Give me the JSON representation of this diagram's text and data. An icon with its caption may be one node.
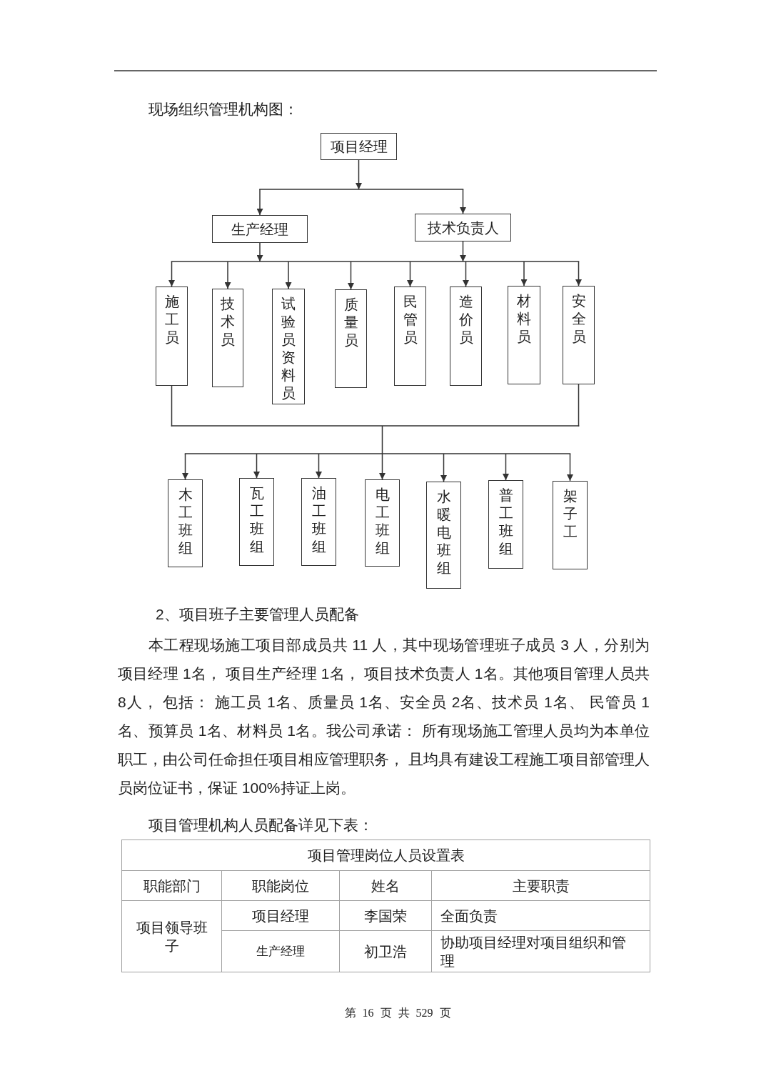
{
  "diagram": {
    "title": "现场组织管理机构图：",
    "nodes": [
      {
        "text": [
          "项目经理"
        ]
      },
      {
        "text": [
          "生产经理"
        ]
      },
      {
        "text": [
          "技术负责人"
        ]
      },
      {
        "text": [
          "施工员"
        ]
      },
      {
        "text": [
          "技术员"
        ]
      },
      {
        "text": [
          "试验员资料员"
        ]
      },
      {
        "text": [
          "质量员"
        ]
      },
      {
        "text": [
          "民管员"
        ]
      },
      {
        "text": [
          "造价员"
        ]
      },
      {
        "text": [
          "材料员"
        ]
      },
      {
        "text": [
          "安全员"
        ]
      },
      {
        "text": [
          "木工班组"
        ]
      },
      {
        "text": [
          "瓦工班组"
        ]
      },
      {
        "text": [
          "油工班组"
        ]
      },
      {
        "text": [
          "电工班组"
        ]
      },
      {
        "text": [
          "水暖电班组"
        ]
      },
      {
        "text": [
          "普工班组"
        ]
      },
      {
        "text": [
          "架子工"
        ]
      }
    ],
    "edges": [
      {
        "from": 0,
        "to": 1,
        "arrow": "to"
      },
      {
        "from": 0,
        "to": 2,
        "arrow": "to"
      },
      {
        "from": 1,
        "to": 3,
        "arrow": "to"
      },
      {
        "from": 1,
        "to": 4,
        "arrow": "to"
      },
      {
        "from": 1,
        "to": 5,
        "arrow": "to"
      },
      {
        "from": 1,
        "to": 6,
        "arrow": "to"
      },
      {
        "from": 1,
        "to": 7,
        "arrow": "to"
      },
      {
        "from": 1,
        "to": 8,
        "arrow": "to"
      },
      {
        "from": 1,
        "to": 9,
        "arrow": "to"
      },
      {
        "from": 1,
        "to": 10,
        "arrow": "to"
      },
      {
        "from": 2,
        "to": 3,
        "arrow": "to"
      },
      {
        "from": 2,
        "to": 4,
        "arrow": "to"
      },
      {
        "from": 2,
        "to": 5,
        "arrow": "to"
      },
      {
        "from": 2,
        "to": 6,
        "arrow": "to"
      },
      {
        "from": 2,
        "to": 7,
        "arrow": "to"
      },
      {
        "from": 2,
        "to": 8,
        "arrow": "to"
      },
      {
        "from": 2,
        "to": 9,
        "arrow": "to"
      },
      {
        "from": 2,
        "to": 10,
        "arrow": "to"
      },
      {
        "from": 3,
        "to": 11,
        "arrow": "to"
      },
      {
        "from": 3,
        "to": 12,
        "arrow": "to"
      },
      {
        "from": 3,
        "to": 13,
        "arrow": "to"
      },
      {
        "from": 3,
        "to": 14,
        "arrow": "to"
      },
      {
        "from": 3,
        "to": 15,
        "arrow": "to"
      },
      {
        "from": 3,
        "to": 16,
        "arrow": "to"
      },
      {
        "from": 3,
        "to": 17,
        "arrow": "to"
      },
      {
        "from": 10,
        "to": 11,
        "arrow": "to"
      },
      {
        "from": 10,
        "to": 12,
        "arrow": "to"
      },
      {
        "from": 10,
        "to": 13,
        "arrow": "to"
      },
      {
        "from": 10,
        "to": 14,
        "arrow": "to"
      },
      {
        "from": 10,
        "to": 15,
        "arrow": "to"
      },
      {
        "from": 10,
        "to": 16,
        "arrow": "to"
      },
      {
        "from": 10,
        "to": 17,
        "arrow": "to"
      }
    ],
    "labels": [
      "2、项目班子主要管理人员配备",
      "本工程现场施工项目部成员共 11 人，其中现场管理班子成员 3 人，分别为项目经理 1名， 项目生产经理 1名， 项目技术负责人 1名。其他项目管理人员共8人， 包括： 施工员 1名、质量员 1名、安全员 2名、技术员 1名、 民管员 1名、预算员 1名、材料员 1名。我公司承诺： 所有现场施工管理人员均为本单位职工，由公司任命担任项目相应管理职务， 且均具有建设工程施工项目部管理人员岗位证书，保证 100%持证上岗。",
      "项目管理机构人员配备详见下表：",
      "项目管理岗位人员设置表",
      "职能部门",
      "职能岗位",
      "姓名",
      "主要职责",
      "项目领导班子",
      "项目经理",
      "李国荣",
      "全面负责",
      "生产经理",
      "初卫浩",
      "协助项目经理对项目组织和管理",
      "第 16 页 共 529 页"
    ]
  }
}
